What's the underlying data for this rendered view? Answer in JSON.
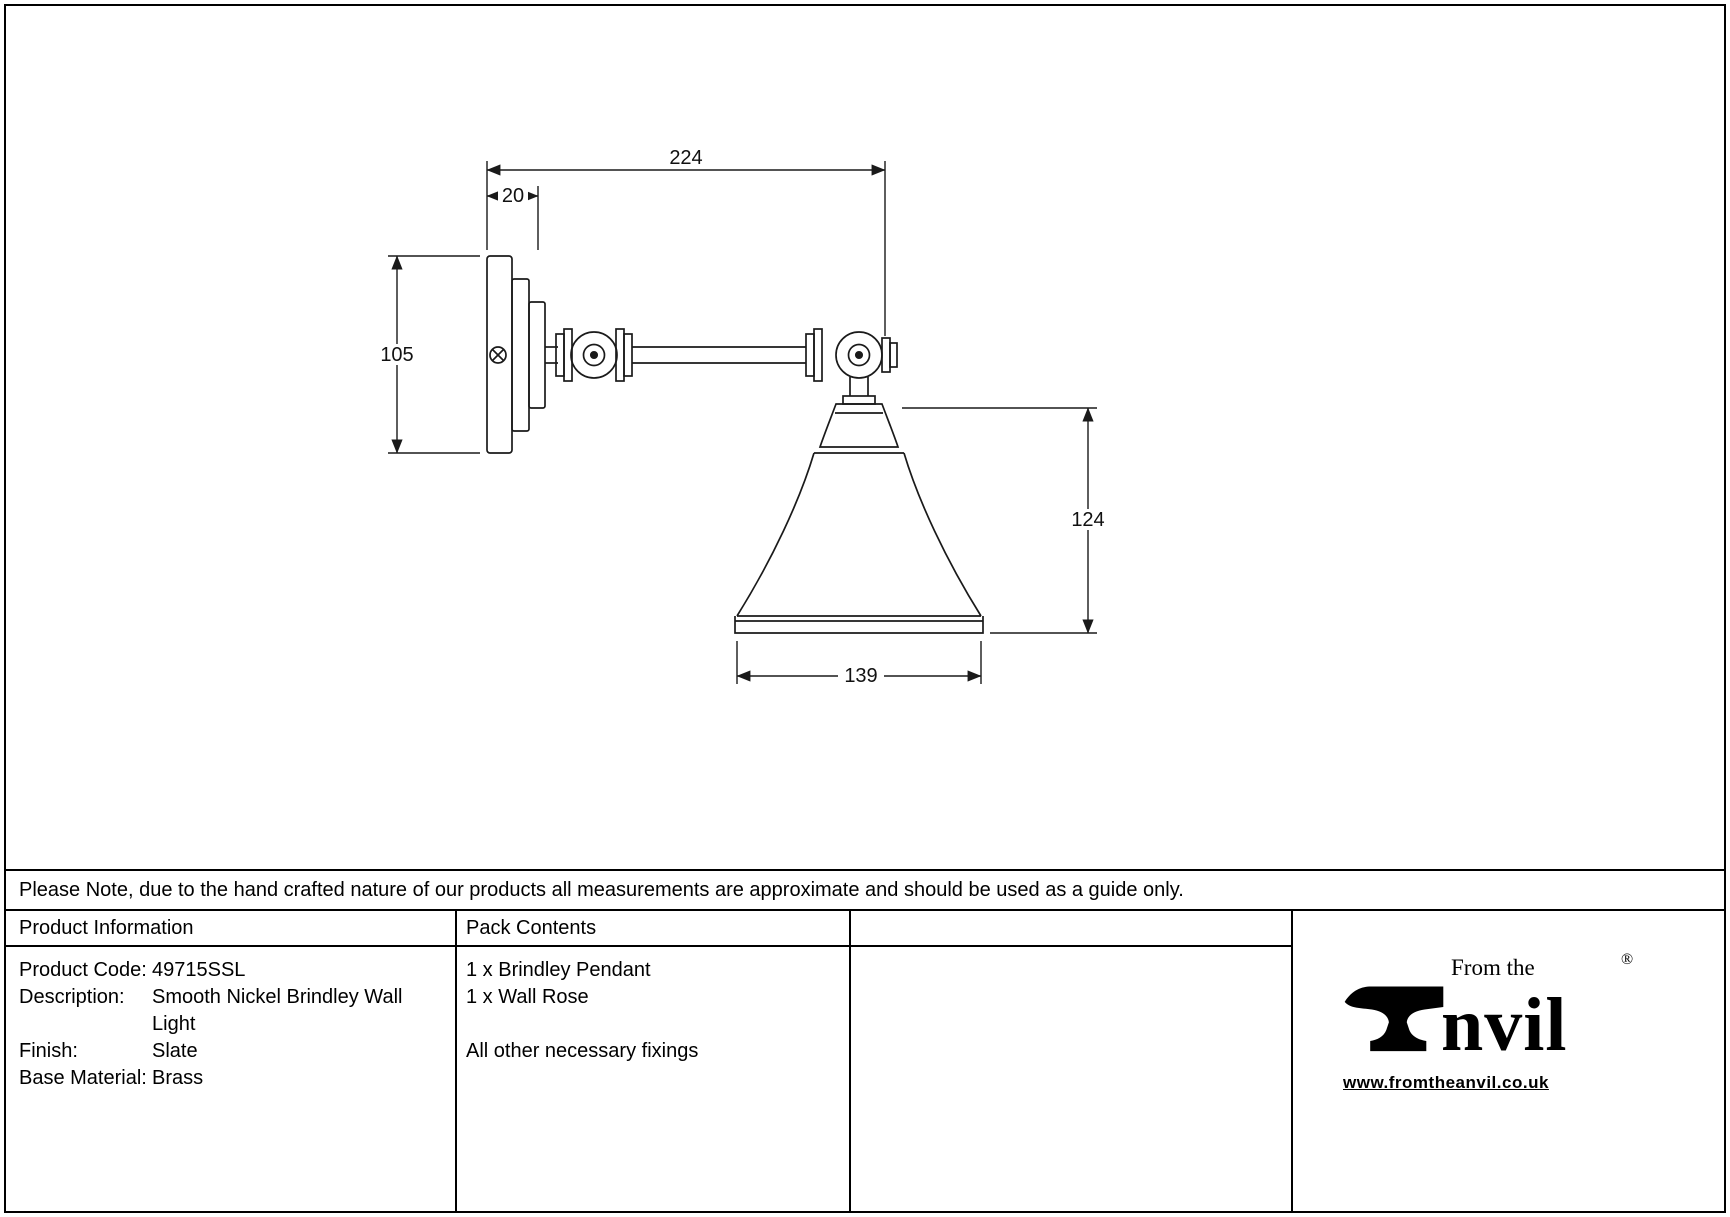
{
  "note": "Please Note, due to the hand crafted nature of our products all measurements are approximate and should be used as a guide only.",
  "drawing": {
    "dims": {
      "arm_length": "224",
      "rose_depth": "20",
      "rose_diameter": "105",
      "shade_height": "124",
      "shade_diameter": "139"
    }
  },
  "table": {
    "headers": {
      "product_info": "Product Information",
      "pack_contents": "Pack Contents"
    },
    "product_info": [
      {
        "label": "Product Code:",
        "value": "49715SSL"
      },
      {
        "label": "Description:",
        "value": "Smooth Nickel Brindley Wall Light"
      },
      {
        "label": "Finish:",
        "value": "Slate"
      },
      {
        "label": "Base Material:",
        "value": "Brass"
      }
    ],
    "pack_contents": [
      "1 x Brindley Pendant",
      "1 x Wall Rose",
      "All other necessary fixings"
    ]
  },
  "logo": {
    "prefix": "From the",
    "name": "nvil",
    "registered": "®",
    "website": "www.fromtheanvil.co.uk"
  }
}
